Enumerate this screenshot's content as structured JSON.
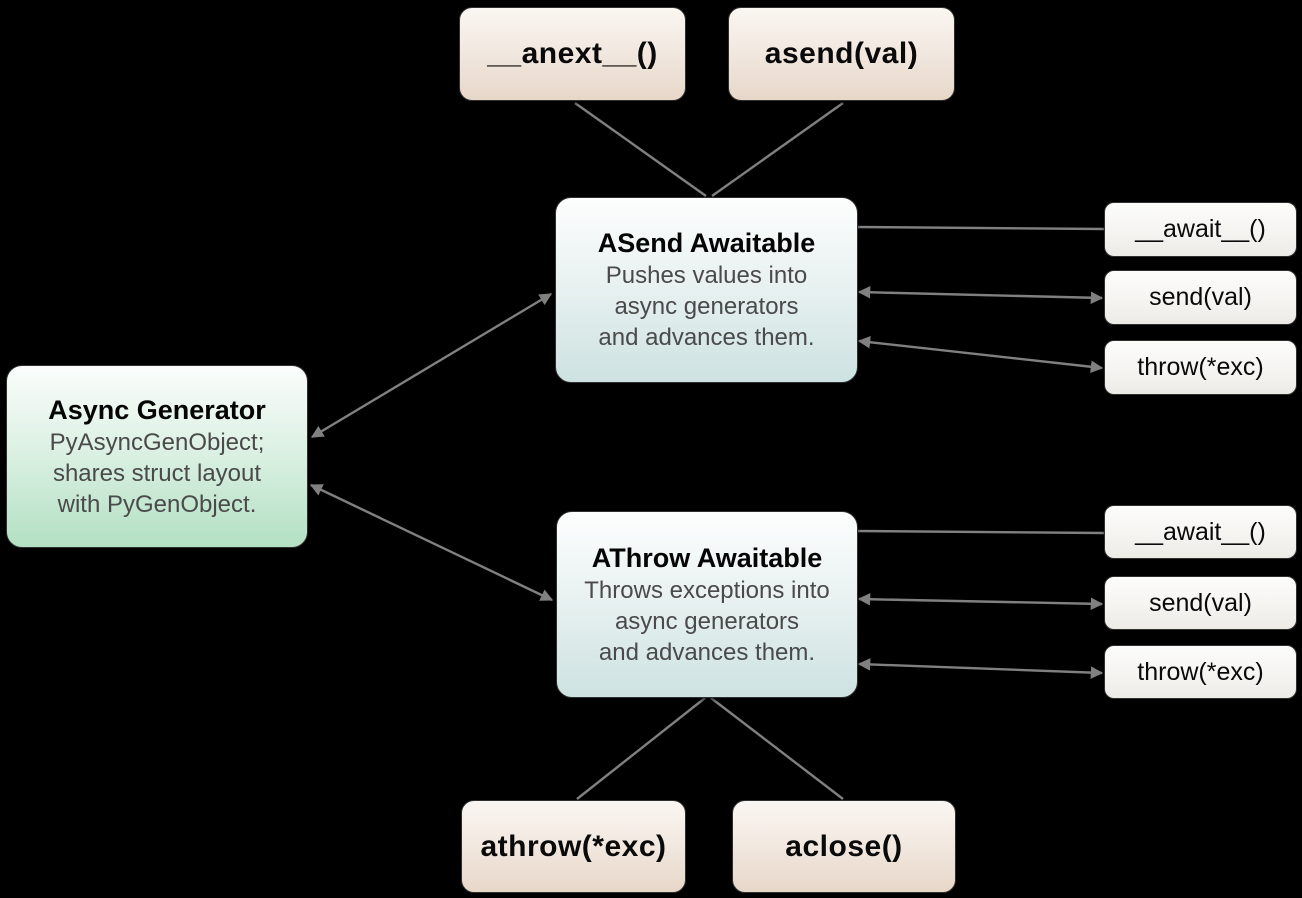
{
  "diagram": {
    "background_color": "#000000",
    "connector_color": "#808080",
    "box_colors": {
      "entry_methods": [
        "#faf6f1",
        "#e7d7c9"
      ],
      "awaitables": [
        "#fdfefe",
        "#cde2e1"
      ],
      "generator": [
        "#fbfdfc",
        "#b3e0c3"
      ],
      "awaitable_methods": [
        "#fcfcfb",
        "#edebe6"
      ]
    },
    "nodes": {
      "anext": {
        "label": "__anext__()"
      },
      "asend": {
        "label": "asend(val)"
      },
      "asend_awaitable": {
        "title": "ASend Awaitable",
        "description": "Pushes values into\nasync generators\nand advances them."
      },
      "athrow_awaitable": {
        "title": "AThrow Awaitable",
        "description": "Throws exceptions into\nasync generators\nand advances them."
      },
      "async_generator": {
        "title": "Async Generator",
        "description": "PyAsyncGenObject;\nshares struct layout\nwith PyGenObject."
      },
      "asend_methods": {
        "await": "__await__()",
        "send": "send(val)",
        "throw": "throw(*exc)"
      },
      "athrow_methods": {
        "await": "__await__()",
        "send": "send(val)",
        "throw": "throw(*exc)"
      },
      "athrow_method": {
        "label": "athrow(*exc)"
      },
      "aclose": {
        "label": "aclose()"
      }
    },
    "edges": [
      {
        "from": "anext",
        "to": "asend_awaitable",
        "arrows": "none"
      },
      {
        "from": "asend",
        "to": "asend_awaitable",
        "arrows": "none"
      },
      {
        "from": "async_generator",
        "to": "asend_awaitable",
        "arrows": "both"
      },
      {
        "from": "async_generator",
        "to": "athrow_awaitable",
        "arrows": "both"
      },
      {
        "from": "asend_awaitable",
        "to": "asend_methods.await",
        "arrows": "none"
      },
      {
        "from": "asend_awaitable",
        "to": "asend_methods.send",
        "arrows": "both"
      },
      {
        "from": "asend_awaitable",
        "to": "asend_methods.throw",
        "arrows": "both"
      },
      {
        "from": "athrow_awaitable",
        "to": "athrow_methods.await",
        "arrows": "none"
      },
      {
        "from": "athrow_awaitable",
        "to": "athrow_methods.send",
        "arrows": "both"
      },
      {
        "from": "athrow_awaitable",
        "to": "athrow_methods.throw",
        "arrows": "both"
      },
      {
        "from": "athrow_awaitable",
        "to": "athrow_method",
        "arrows": "none"
      },
      {
        "from": "athrow_awaitable",
        "to": "aclose",
        "arrows": "none"
      }
    ]
  }
}
